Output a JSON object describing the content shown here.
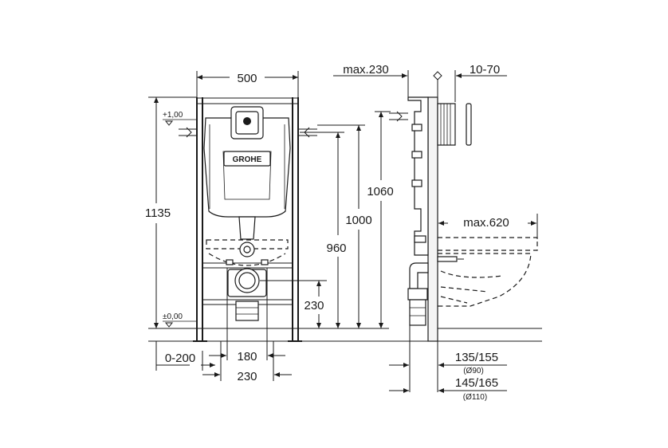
{
  "front_view": {
    "width_label": "500",
    "height_label": "1135",
    "level_top": "+1,00",
    "level_zero": "±0,00",
    "offset_label": "0-200",
    "spacing_180": "180",
    "spacing_230_bottom": "230",
    "outlet_height_230": "230",
    "height_960": "960",
    "height_1000": "1000",
    "height_1060": "1060",
    "brand": "GROHE"
  },
  "side_view": {
    "depth_max_label": "max.230",
    "wall_range_label": "10-70",
    "projection_label": "max.620",
    "drain_1_label": "135/155",
    "drain_1_dia": "(Ø90)",
    "drain_2_label": "145/165",
    "drain_2_dia": "(Ø110)"
  }
}
